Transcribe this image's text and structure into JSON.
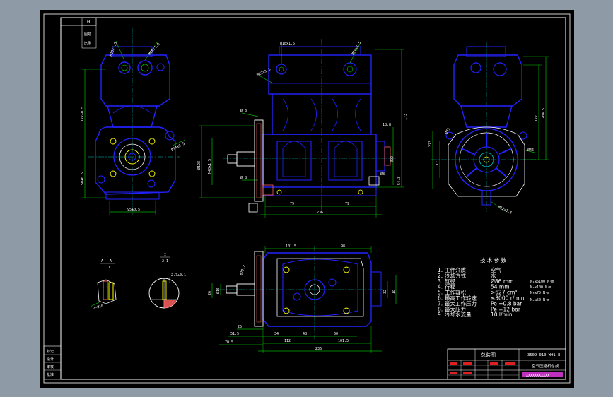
{
  "colors": {
    "background": "#8e9aa6",
    "canvas": "#000000",
    "frame": "#ffffff",
    "outline": "#2222ff",
    "dimension": "#00ff00",
    "centerline": "#00c8c8",
    "yellow": "#ffff00",
    "hatch": "#ff6060",
    "magenta": "#ff40ff",
    "red": "#e02020"
  },
  "corner_box": {
    "value": "0",
    "stamp_lines": [
      "图号",
      "比例"
    ]
  },
  "front_view_dims": {
    "top_center": "M10x1.5",
    "right_top": "M10x1.5",
    "left_height_1": "177±0.5",
    "left_height_2": "50±0.5",
    "bottom": "95±0.5",
    "right_port": "Ø34±0.5"
  },
  "side_view_dims": {
    "top_left": "M18x1.5",
    "top_right": "M10x1.5",
    "mid_left": "M22x1.5",
    "left_bolt_1": "Ø 8",
    "left_bolt_2": "Ø 8",
    "vertical_1": "Ø128",
    "vertical_2": "M48x1.5",
    "right_1": "18.8",
    "right_2": "Ø22",
    "right_3": "54.3",
    "right_height": "173",
    "right_small": "Ø8",
    "bottom_left": "79",
    "bottom_right": "79",
    "bottom_total": "236"
  },
  "rear_view_dims": {
    "height": "177",
    "height_2": "204.5",
    "left_1": "273",
    "left_2": "171",
    "left_3": "Ø75",
    "right": "Ø46",
    "bottom": "M12x1.5"
  },
  "plan_view_dims": {
    "top_left": "101.5",
    "top_right": "98",
    "left_1": "26",
    "left_2": "Ø29.2",
    "left_3": "Ø10",
    "right_1": "32",
    "right_2": "18",
    "b1": "25",
    "b2": "51.5",
    "b3": "70.5",
    "b4": "34",
    "b5": "48",
    "b6": "60",
    "b7": "112",
    "b8": "101.5",
    "total": "236"
  },
  "detail_views": {
    "a_label": "A — A",
    "a_scale": "1:1",
    "a_dim": "2-Ø10",
    "b_label": "I",
    "b_scale": "2:1",
    "b_dim": "2.7±0.1"
  },
  "tech_spec": {
    "title": "技 术 参 数",
    "rows": [
      {
        "n": "1.",
        "label": "工作介质",
        "value": "空气"
      },
      {
        "n": "2.",
        "label": "冷却方式",
        "value": "水"
      },
      {
        "n": "3.",
        "label": "缸径",
        "value": "Ø86  mm"
      },
      {
        "n": "4.",
        "label": "行程",
        "value": "54  mm"
      },
      {
        "n": "5.",
        "label": "工作容积",
        "value": ">627  cm³"
      },
      {
        "n": "6.",
        "label": "最高工作转速",
        "value": "≤3000  r/min"
      },
      {
        "n": "7.",
        "label": "最大工作压力",
        "value": "Pe =0.8  bar"
      },
      {
        "n": "8.",
        "label": "最大压力",
        "value": "Pe =12  bar"
      },
      {
        "n": "9.",
        "label": "冷却水流量",
        "value": "10  l/min"
      }
    ],
    "side_notes": [
      "N₁≤5100 N·m",
      "N₂≤100 N·m",
      "N₃≤75 N·m",
      "N₄≤50 N·m"
    ]
  },
  "title_block": {
    "assembly": "总装图",
    "part_no": "3509 010 WH1 8",
    "name": "空气压缩机总成",
    "company": "XXXXXXXXXXX"
  },
  "left_strip": [
    "标记",
    "设计",
    "审核",
    "批准"
  ]
}
